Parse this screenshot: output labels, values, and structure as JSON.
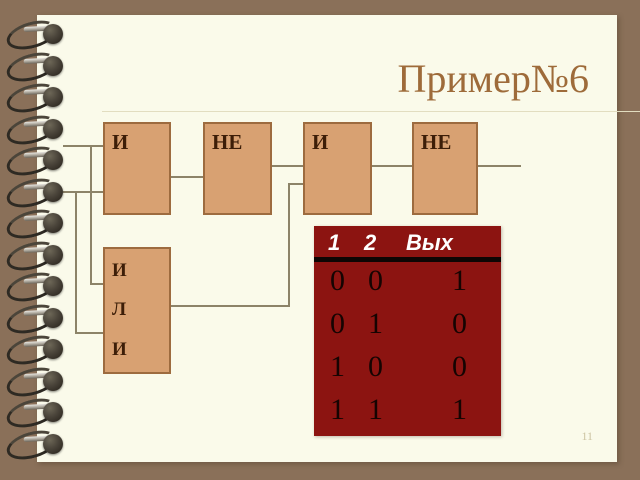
{
  "slide": {
    "title": "Пример№6",
    "page_number": "11",
    "background_color": "#8a7059",
    "page_color": "#fafaea",
    "title_color": "#9e6b3a"
  },
  "diagram": {
    "block_color": "#d8a172",
    "block_border_color": "#9d6b3f",
    "wire_color": "#8c8368",
    "gates": [
      {
        "name": "and-1",
        "label": "И",
        "lines": [
          "И"
        ]
      },
      {
        "name": "not-1",
        "label": "НЕ",
        "lines": [
          "НЕ"
        ]
      },
      {
        "name": "and-2",
        "label": "И",
        "lines": [
          "И"
        ]
      },
      {
        "name": "not-2",
        "label": "НЕ",
        "lines": [
          "НЕ"
        ]
      },
      {
        "name": "or-1",
        "label": "ИЛИ",
        "lines": [
          "И",
          "Л",
          "И"
        ]
      }
    ]
  },
  "truth_table": {
    "background_color": "#8c1411",
    "header_color": "#ffffff",
    "value_color": "#150402",
    "headers": [
      "1",
      "2",
      "Вых"
    ],
    "rows": [
      [
        "0",
        "0",
        "1"
      ],
      [
        "0",
        "1",
        "0"
      ],
      [
        "1",
        "0",
        "0"
      ],
      [
        "1",
        "1",
        "1"
      ]
    ]
  }
}
